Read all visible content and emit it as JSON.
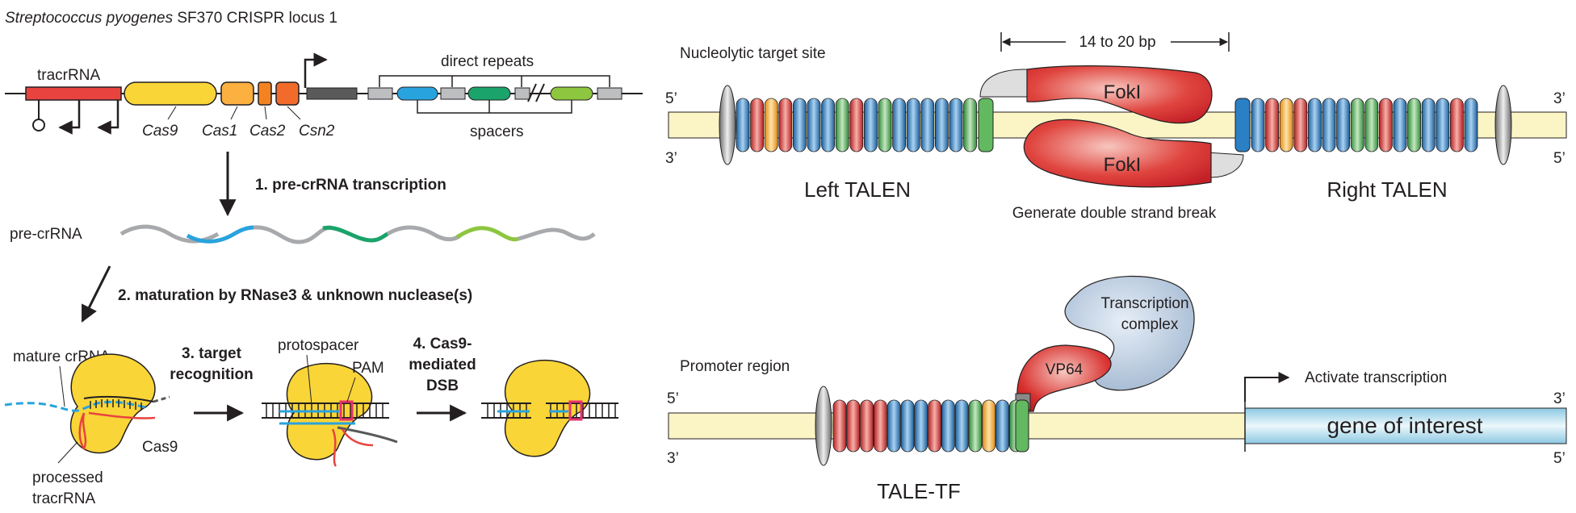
{
  "crispr": {
    "title_species": "Streptococcus pyogenes",
    "title_rest": " SF370 CRISPR locus 1",
    "tracr_label": "tracrRNA",
    "direct_repeats": "direct repeats",
    "spacers": "spacers",
    "genes": [
      "Cas9",
      "Cas1",
      "Cas2",
      "Csn2"
    ],
    "step1": "1. pre-crRNA transcription",
    "pre_crrna": "pre-crRNA",
    "step2": "2. maturation by RNase3 & unknown nuclease(s)",
    "mature_crrna": "mature crRNA",
    "processed_line1": "processed",
    "processed_line2": "tracrRNA",
    "cas9": "Cas9",
    "step3_line1": "3. target",
    "step3_line2": "recognition",
    "protospacer": "protospacer",
    "pam": "PAM",
    "step4_line1": "4. Cas9-",
    "step4_line2": "mediated",
    "step4_line3": "DSB"
  },
  "talen": {
    "target_site": "Nucleolytic target site",
    "bp": "14 to 20 bp",
    "five_prime": "5’",
    "three_prime": "3’",
    "fok": "FokI",
    "left": "Left TALEN",
    "right": "Right TALEN",
    "dsb": "Generate double strand break"
  },
  "tale_tf": {
    "promoter": "Promoter region",
    "complex_line1": "Transcription",
    "complex_line2": "complex",
    "vp64": "VP64",
    "activate": "Activate transcription",
    "goi": "gene of interest",
    "tale_tf": "TALE-TF",
    "five_prime": "5’",
    "three_prime": "3’"
  },
  "colors": {
    "blue": "#2b7fc4",
    "red": "#d8302e",
    "orange": "#f5a21d",
    "green": "#4ca64c",
    "yellow_protein": "#f7d23b",
    "dna_fill": "#fbf5c6",
    "complex": "#b7c9de",
    "goi": "#9fd2e6",
    "spacer_green": "#1aa36a",
    "spacer_lime": "#8dc63f",
    "spacer_blue": "#29a3dd",
    "cas1": "#fbb040",
    "cas2": "#f58220",
    "csn2": "#f26b2a"
  }
}
